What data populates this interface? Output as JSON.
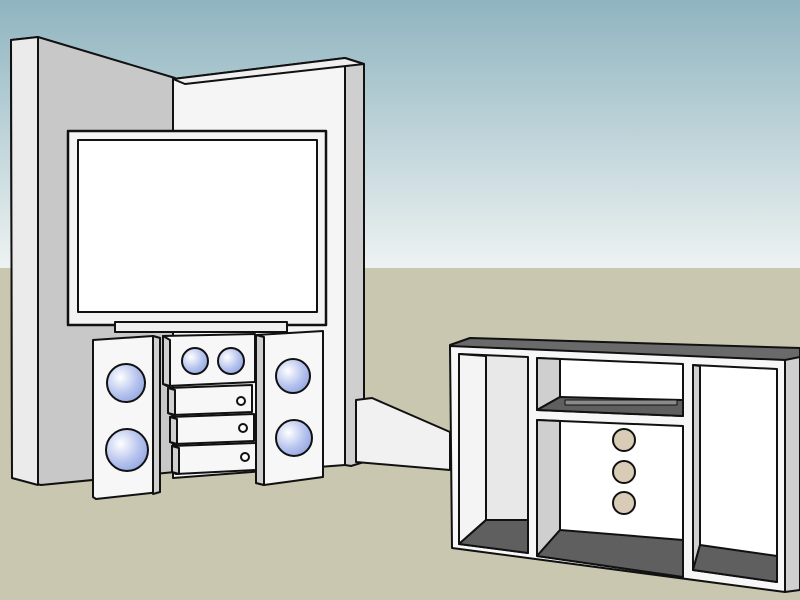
{
  "scene": {
    "description_label": "",
    "colors": {
      "sky_top": "#8fb4c0",
      "sky_bottom": "#eef3f2",
      "ground": "#c9c7b0",
      "wall_front": "#f4f4f4",
      "wall_side": "#c8c8c8",
      "outline": "#111111",
      "speaker_cone_top": "#9fb2e6",
      "speaker_cone_bottom": "#ffffff",
      "shelf_dark": "#5f5f5f",
      "shelf_mid": "#8a8a8a",
      "round_hole": "#d8ccb6"
    },
    "icons": [
      "corner-wall",
      "flat-screen-tv",
      "tower-speaker-left",
      "tower-speaker-right",
      "center-speaker",
      "av-receiver-stack",
      "media-cabinet"
    ]
  }
}
